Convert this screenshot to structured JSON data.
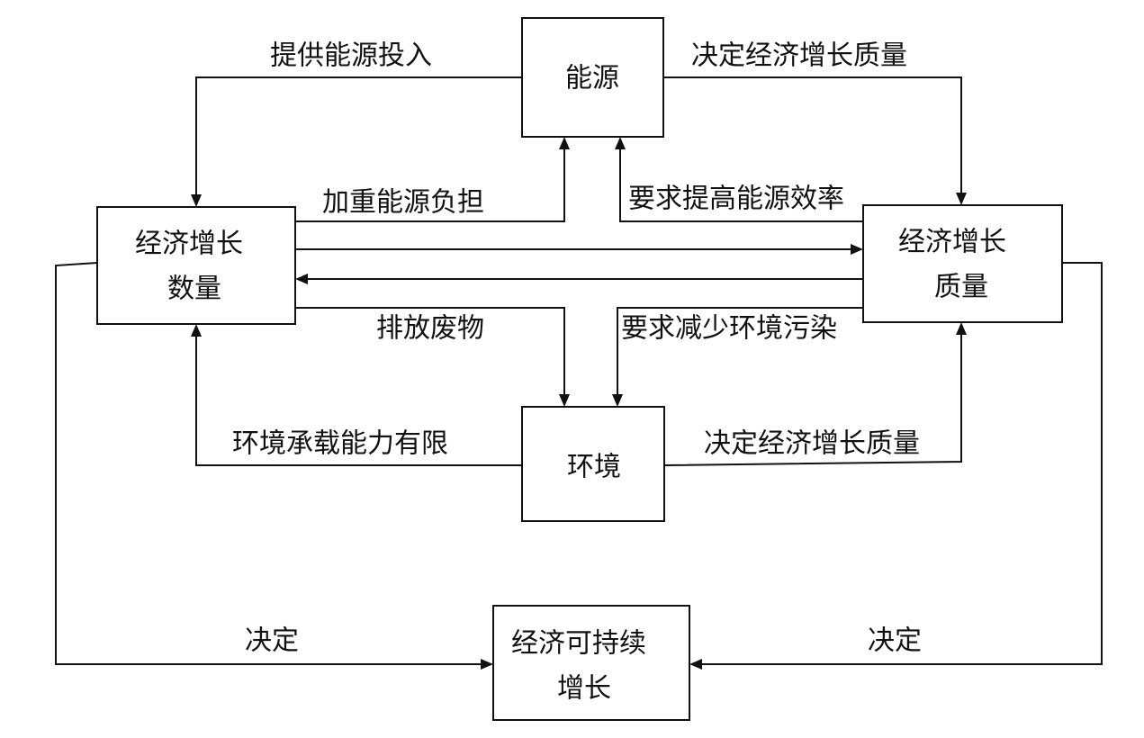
{
  "nodes": {
    "energy": {
      "lines": [
        "能源"
      ]
    },
    "growth_quantity": {
      "lines": [
        "经济增长",
        "数量"
      ]
    },
    "growth_quality": {
      "lines": [
        "经济增长",
        "质量"
      ]
    },
    "environment": {
      "lines": [
        "环境"
      ]
    },
    "sustainable": {
      "lines": [
        "经济可持续",
        "增长"
      ]
    }
  },
  "edges": {
    "energy_to_quantity": "提供能源投入",
    "energy_to_quality": "决定经济增长质量",
    "quantity_to_energy": "加重能源负担",
    "quality_to_energy": "要求提高能源效率",
    "quantity_to_environment": "排放废物",
    "quality_to_environment": "要求减少环境污染",
    "environment_to_quantity": "环境承载能力有限",
    "environment_to_quality": "决定经济增长质量",
    "quantity_to_sustainable": "决定",
    "quality_to_sustainable": "决定"
  }
}
